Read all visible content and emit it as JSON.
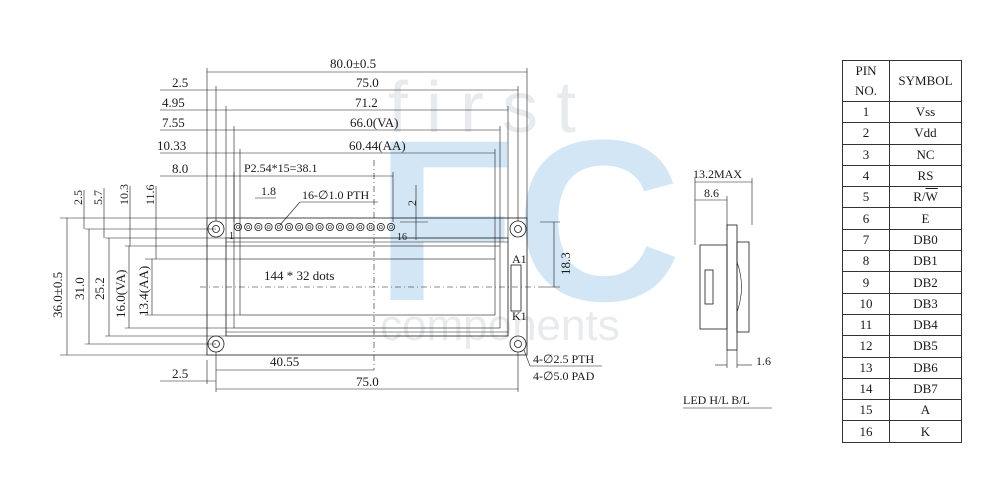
{
  "watermark": {
    "top_text": "first",
    "logo_text": "FC",
    "bottom_text": "components",
    "color": "#c9dff1"
  },
  "front_view": {
    "horizontal_dims": {
      "overall": "80.0±0.5",
      "hole_pitch": "75.0",
      "va_width": "71.2",
      "va_label_width": "66.0(VA)",
      "aa_width": "60.44(AA)",
      "pin_span": "P2.54*15=38.1",
      "left_offsets": [
        "2.5",
        "4.95",
        "7.55",
        "10.33",
        "8.0"
      ],
      "pin_pitch": "1.8",
      "pin_holes": "16-∅1.0 PTH",
      "pin_gap": "2",
      "center_offset": "40.55",
      "bottom_offset": "2.5",
      "bottom_hole_pitch": "75.0"
    },
    "vertical_dims": {
      "top_offsets": [
        "2.5",
        "5.7",
        "10.3",
        "11.6"
      ],
      "overall": "36.0±0.5",
      "hole_pitch": "31.0",
      "va_height_outer": "25.2",
      "va_height": "16.0(VA)",
      "aa_height": "13.4(AA)",
      "right_dim": "18.3"
    },
    "display_text": "144 * 32 dots",
    "pin_first": "1",
    "pin_last": "16",
    "led_anode": "A1",
    "led_cathode": "K1",
    "mount_holes": "4-∅2.5 PTH",
    "mount_pads": "4-∅5.0 PAD"
  },
  "side_view": {
    "max_thickness": "13.2MAX",
    "inner_dim": "8.6",
    "pcb_thickness": "1.6",
    "caption": "LED H/L B/L"
  },
  "pin_table": {
    "headers": [
      "PIN NO.",
      "SYMBOL"
    ],
    "rows": [
      {
        "pin": "1",
        "symbol": "Vss"
      },
      {
        "pin": "2",
        "symbol": "Vdd"
      },
      {
        "pin": "3",
        "symbol": "NC"
      },
      {
        "pin": "4",
        "symbol": "RS"
      },
      {
        "pin": "5",
        "symbol": "R/W"
      },
      {
        "pin": "6",
        "symbol": "E"
      },
      {
        "pin": "7",
        "symbol": "DB0"
      },
      {
        "pin": "8",
        "symbol": "DB1"
      },
      {
        "pin": "9",
        "symbol": "DB2"
      },
      {
        "pin": "10",
        "symbol": "DB3"
      },
      {
        "pin": "11",
        "symbol": "DB4"
      },
      {
        "pin": "12",
        "symbol": "DB5"
      },
      {
        "pin": "13",
        "symbol": "DB6"
      },
      {
        "pin": "14",
        "symbol": "DB7"
      },
      {
        "pin": "15",
        "symbol": "A"
      },
      {
        "pin": "16",
        "symbol": "K"
      }
    ]
  }
}
